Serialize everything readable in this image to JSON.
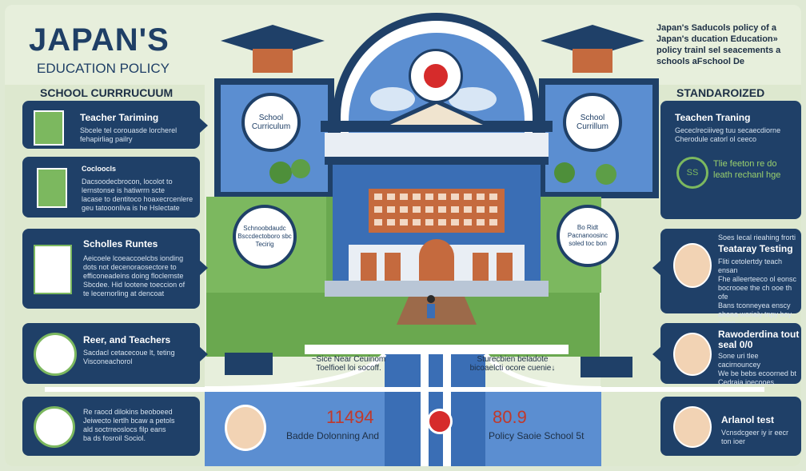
{
  "header": {
    "title": "JAPAN'S",
    "subtitle": "EDUCATION POLICY"
  },
  "top_right_text": "Japan's Saducols policy of a\nJapan's ducation Education»\npolicy trainl sel seacements a\nschools aFschool De",
  "left_section_heading": "SCHOOL CURRRUCUUM",
  "right_section_heading": "STANDAROIZED TESTINI",
  "left_cards": [
    {
      "title": "Teacher Tariming",
      "body": "Sbcele tel corouasde lorcherel\nfehapirliag pailry"
    },
    {
      "title": "Cocloocls",
      "body": "Dacsoodecbrocon, locolot to\nlernstonse is hatiwrrn scte\nlacase to dentitoco hoaxecrcenlere\ngeu tatooonliva is he Hslectate"
    },
    {
      "title": "Scholles Runtes",
      "body": "Aeicoele lcoeaccoelcbs ionding\ndots not decenoraosectore to\nefficoneadeins doing floclemste\nSbcdee. Hid lootene toeccion of\nte lecernorling at dencoat"
    },
    {
      "title": "Reer, and Teachers",
      "body": "Sacdacl cetacecoue lt, teting\nVisconeachorol"
    },
    {
      "title": "",
      "body": "Re raocd dilokins beoboeed\nJeiwecto lertlh bcaw a petols\nald soctrreoslocs filp eans\nba ds fosroil Sociol."
    }
  ],
  "right_cards": [
    {
      "title": "Teachen Traning",
      "body": "Gececlreciiiveg tuu secaecdiorne\nCherodule catorl ol ceeco",
      "highlight": "Tlie feeton  re do\nleath rechanl hge"
    },
    {
      "title": "Teataray Testing",
      "pre": "Soes Iecal rieahing frorti",
      "body": "Fliti cetolertdy teach ensan\nFhe alleerteeco ol eonsc\nbocrooee the ch ooe th ofe\nBans tconneyea enscy\nahena worialy tnpy boy alsen\noaee"
    },
    {
      "title": "Rawoderdina tout\nseal 0/0",
      "body": "Sone uri tlee cacirnouncey\nWe be bebs ecoorned bt\nCedraia ioecooes"
    },
    {
      "title": "Arlanol test",
      "body": "Vcnsdcgeer iy ir eecr ton ioer"
    }
  ],
  "right_green_badge": "SS",
  "circles": {
    "school_curriculum_left": "School\nCurriculum",
    "school_curriculum_right": "School\nCurrillum",
    "left_mid": "Schnoobdaudc\nBsccdectoboro sbc\nTecirig",
    "right_mid": "Bo Ridt\nPacnanoosinc\nsoled toc bon"
  },
  "ground_notes": {
    "left": "~Sice Near Ceuinom\nToelfioel loi socoff.",
    "right": "Sturecbien beladote\nbicoaelcti ocore cuenie↓"
  },
  "stats": [
    {
      "value": "11494",
      "label": "Badde Dolonning And"
    },
    {
      "value": "80.9",
      "label": "Policy Saoie School  5t"
    }
  ],
  "colors": {
    "navy": "#1f4068",
    "sky": "#5b8ed1",
    "grass": "#5b9e47",
    "red_sun": "#d62b2b",
    "brick": "#c56a3e"
  }
}
